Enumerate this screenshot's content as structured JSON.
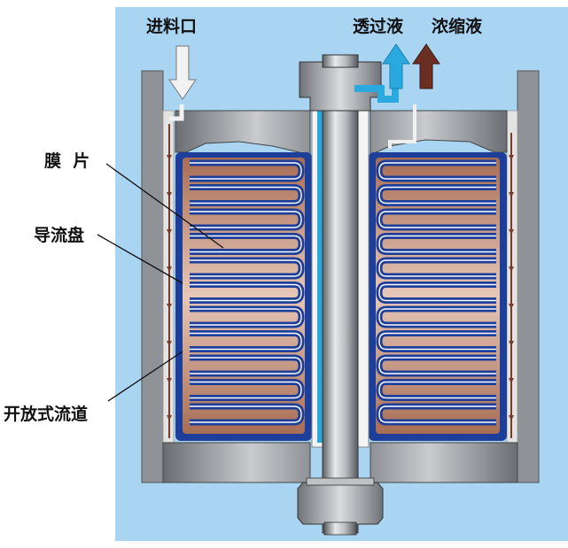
{
  "labels": {
    "inlet": "进料口",
    "permeate": "透过液",
    "concentrate": "浓缩液",
    "membrane": "膜  片",
    "guide_disc": "导流盘",
    "open_channel": "开放式流道"
  },
  "colors": {
    "background": "#a9d4f2",
    "frame": "#8f9296",
    "membrane_blue": "#1d3f9a",
    "guide_brown": "#5a2f22",
    "permeate_arrow": "#2aa9df",
    "concentrate_arrow": "#6b2e22",
    "inlet_arrow": "#f2f2f2"
  }
}
